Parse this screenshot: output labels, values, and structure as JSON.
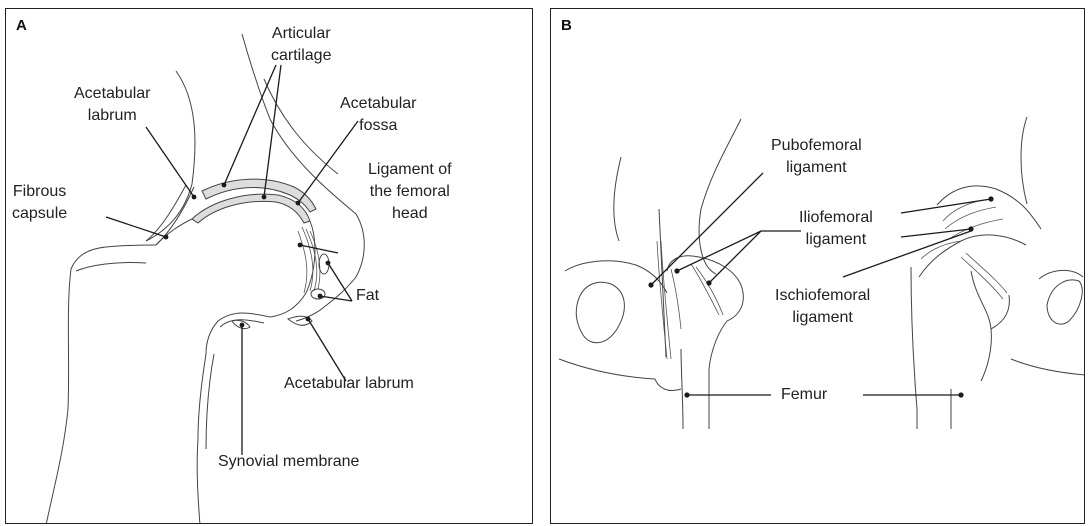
{
  "panel_a": {
    "letter": "A",
    "labels": {
      "articular_cartilage_1": "Articular",
      "articular_cartilage_2": "cartilage",
      "acetabular_labrum_top_1": "Acetabular",
      "acetabular_labrum_top_2": "labrum",
      "acetabular_fossa_1": "Acetabular",
      "acetabular_fossa_2": "fossa",
      "ligament_femoral_head_1": "Ligament of",
      "ligament_femoral_head_2": "the femoral",
      "ligament_femoral_head_3": "head",
      "fibrous_capsule_1": "Fibrous",
      "fibrous_capsule_2": "capsule",
      "fat": "Fat",
      "acetabular_labrum_bottom": "Acetabular labrum",
      "synovial_membrane": "Synovial membrane"
    }
  },
  "panel_b": {
    "letter": "B",
    "labels": {
      "pubofemoral_1": "Pubofemoral",
      "pubofemoral_2": "ligament",
      "iliofemoral_1": "Iliofemoral",
      "iliofemoral_2": "ligament",
      "ischiofemoral_1": "Ischiofemoral",
      "ischiofemoral_2": "ligament",
      "femur": "Femur"
    }
  }
}
